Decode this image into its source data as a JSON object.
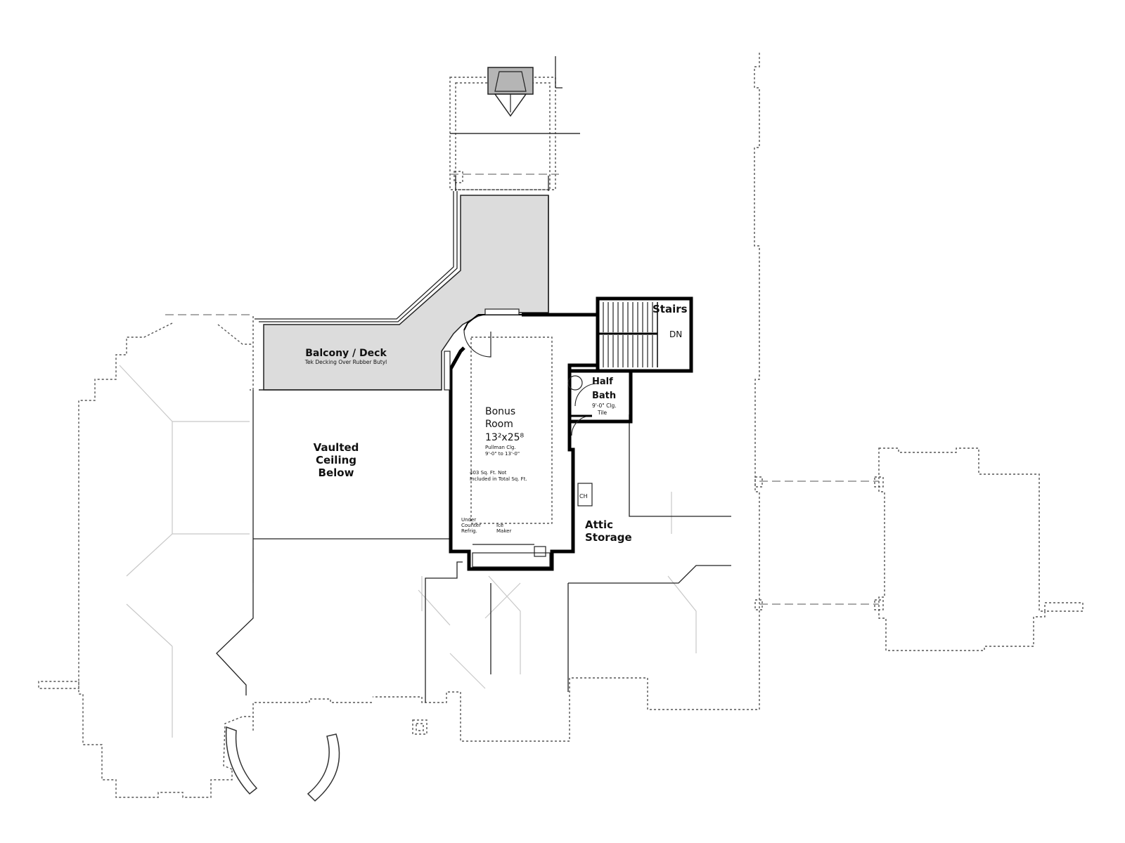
{
  "rooms": {
    "stairs": {
      "label": "Stairs",
      "dn": "DN"
    },
    "balcony": {
      "label": "Balcony / Deck",
      "note": "Tek Decking Over Rubber Butyl"
    },
    "vaulted": {
      "line1": "Vaulted",
      "line2": "Ceiling",
      "line3": "Below"
    },
    "half_bath": {
      "line1": "Half",
      "line2": "Bath",
      "note1": "9'-0\" Clg.",
      "note2": "Tile"
    },
    "bonus": {
      "line1": "Bonus",
      "line2": "Room",
      "dims": "13²x25⁸",
      "clg1": "Pullman Clg.",
      "clg2": "9'-0\" to 13'-0\"",
      "sqft1": "403 Sq. Ft. Not",
      "sqft2": "Included in Total Sq. Ft."
    },
    "attic": {
      "line1": "Attic",
      "line2": "Storage"
    }
  },
  "fixtures": {
    "undercounter": {
      "line1": "Under",
      "line2": "Counter",
      "line3": "Refrig."
    },
    "ice_maker": {
      "line1": "Ice",
      "line2": "Maker"
    },
    "closet_mark": "CH"
  },
  "colors": {
    "deck_fill": "#dcdcdc",
    "wall": "#000000",
    "dashed": "#555555",
    "faint": "#c8c8c8"
  }
}
